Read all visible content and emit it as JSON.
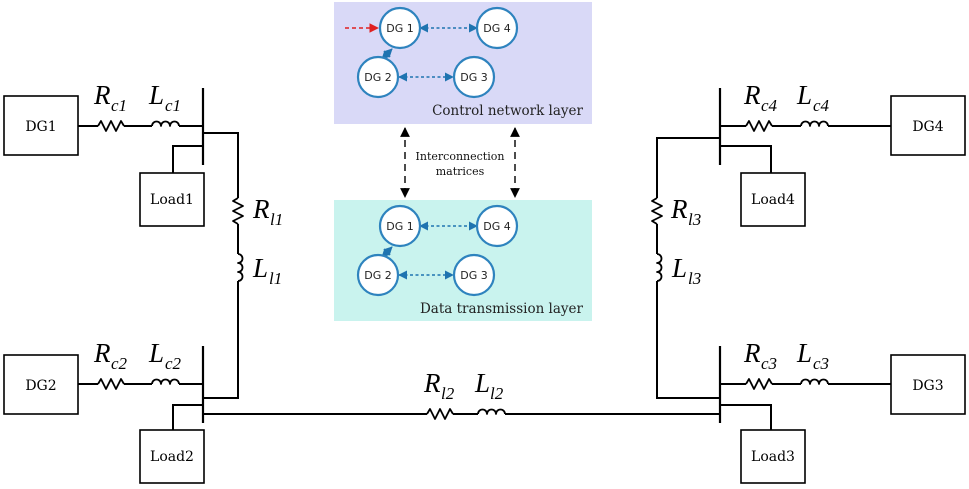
{
  "dg_units": [
    "DG1",
    "DG2",
    "DG3",
    "DG4"
  ],
  "loads": [
    "Load1",
    "Load2",
    "Load3",
    "Load4"
  ],
  "components": {
    "rc1": {
      "main": "R",
      "sub": "c1"
    },
    "lc1": {
      "main": "L",
      "sub": "c1"
    },
    "rc2": {
      "main": "R",
      "sub": "c2"
    },
    "lc2": {
      "main": "L",
      "sub": "c2"
    },
    "rc3": {
      "main": "R",
      "sub": "c3"
    },
    "lc3": {
      "main": "L",
      "sub": "c3"
    },
    "rc4": {
      "main": "R",
      "sub": "c4"
    },
    "lc4": {
      "main": "L",
      "sub": "c4"
    },
    "rl1": {
      "main": "R",
      "sub": "l1"
    },
    "ll1": {
      "main": "L",
      "sub": "l1"
    },
    "rl2": {
      "main": "R",
      "sub": "l2"
    },
    "ll2": {
      "main": "L",
      "sub": "l2"
    },
    "rl3": {
      "main": "R",
      "sub": "l3"
    },
    "ll3": {
      "main": "L",
      "sub": "l3"
    }
  },
  "control_layer": {
    "title": "Control network layer",
    "nodes": [
      "DG 1",
      "DG 4",
      "DG 2",
      "DG 3"
    ],
    "background": "#d9d9f7"
  },
  "data_layer": {
    "title": "Data transmission layer",
    "nodes": [
      "DG 1",
      "DG 4",
      "DG 2",
      "DG 3"
    ],
    "background": "#c9f3ee"
  },
  "interconnection_note": [
    "Interconnection",
    "matrices"
  ],
  "colors": {
    "node_border": "#2e83be",
    "link": "#1f74b0",
    "leader_input": "#e02020"
  }
}
